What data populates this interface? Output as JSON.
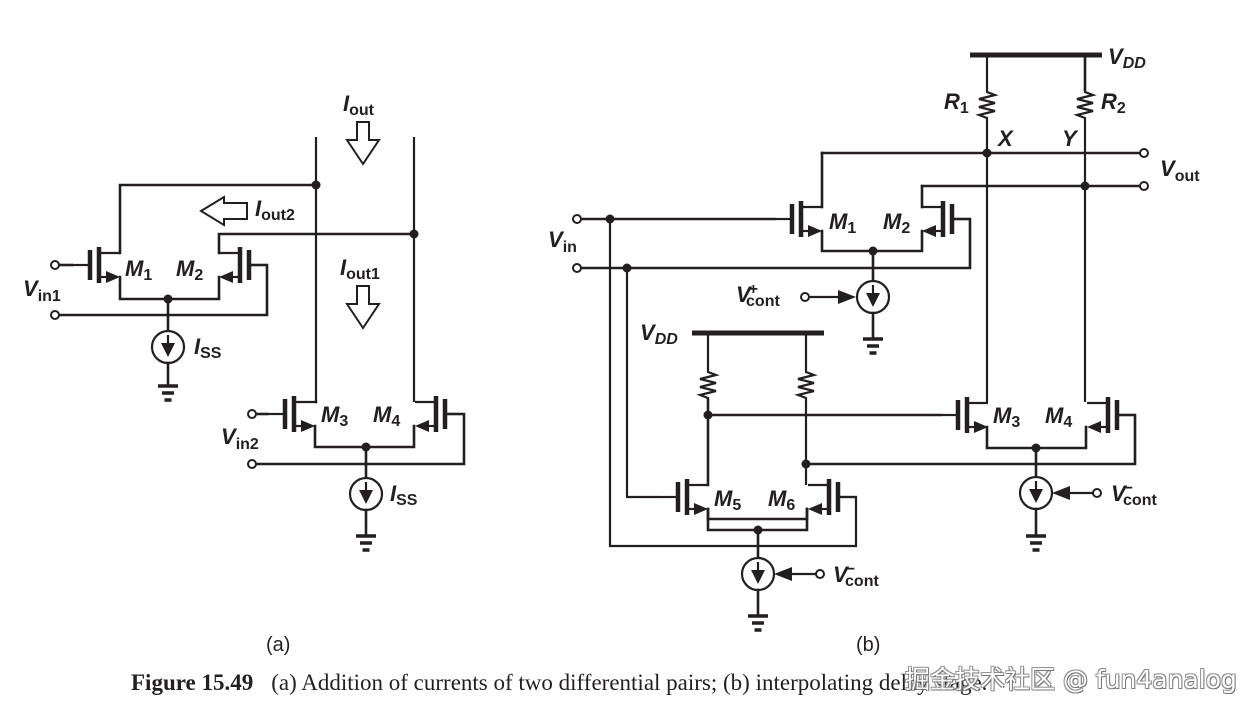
{
  "figure": {
    "number_label": "Figure 15.49",
    "caption_text": "(a) Addition of currents of two differential pairs; (b) interpolating delay stage.",
    "watermark": "掘金技术社区 @ fun4analog"
  },
  "panel_a": {
    "label": "(a)",
    "transistors": [
      "M1",
      "M2",
      "M3",
      "M4"
    ],
    "labels": {
      "iout": {
        "main": "I",
        "sub": "out"
      },
      "iout1": {
        "main": "I",
        "sub": "out1"
      },
      "iout2": {
        "main": "I",
        "sub": "out2"
      },
      "vin1": {
        "main": "V",
        "sub": "in1"
      },
      "vin2": {
        "main": "V",
        "sub": "in2"
      },
      "iss_top": {
        "main": "I",
        "sub": "SS"
      },
      "iss_bottom": {
        "main": "I",
        "sub": "SS"
      },
      "m1": {
        "main": "M",
        "sub": "1"
      },
      "m2": {
        "main": "M",
        "sub": "2"
      },
      "m3": {
        "main": "M",
        "sub": "3"
      },
      "m4": {
        "main": "M",
        "sub": "4"
      }
    }
  },
  "panel_b": {
    "label": "(b)",
    "transistors": [
      "M1",
      "M2",
      "M3",
      "M4",
      "M5",
      "M6"
    ],
    "resistors": [
      "R1",
      "R2"
    ],
    "nodes": [
      "X",
      "Y"
    ],
    "labels": {
      "vdd_top": {
        "main": "V",
        "sub": "DD"
      },
      "vdd_inner": {
        "main": "V",
        "sub": "DD"
      },
      "r1": {
        "main": "R",
        "sub": "1"
      },
      "r2": {
        "main": "R",
        "sub": "2"
      },
      "x": "X",
      "y": "Y",
      "vout": {
        "main": "V",
        "sub": "out"
      },
      "vin": {
        "main": "V",
        "sub": "in"
      },
      "vcont_plus": {
        "main": "V",
        "sup": "+",
        "sub": "cont"
      },
      "vcont_minus_right": {
        "main": "V",
        "sup": "−",
        "sub": "cont"
      },
      "vcont_minus_bottom": {
        "main": "V",
        "sup": "−",
        "sub": "cont"
      },
      "m1": {
        "main": "M",
        "sub": "1"
      },
      "m2": {
        "main": "M",
        "sub": "2"
      },
      "m3": {
        "main": "M",
        "sub": "3"
      },
      "m4": {
        "main": "M",
        "sub": "4"
      },
      "m5": {
        "main": "M",
        "sub": "5"
      },
      "m6": {
        "main": "M",
        "sub": "6"
      }
    }
  }
}
